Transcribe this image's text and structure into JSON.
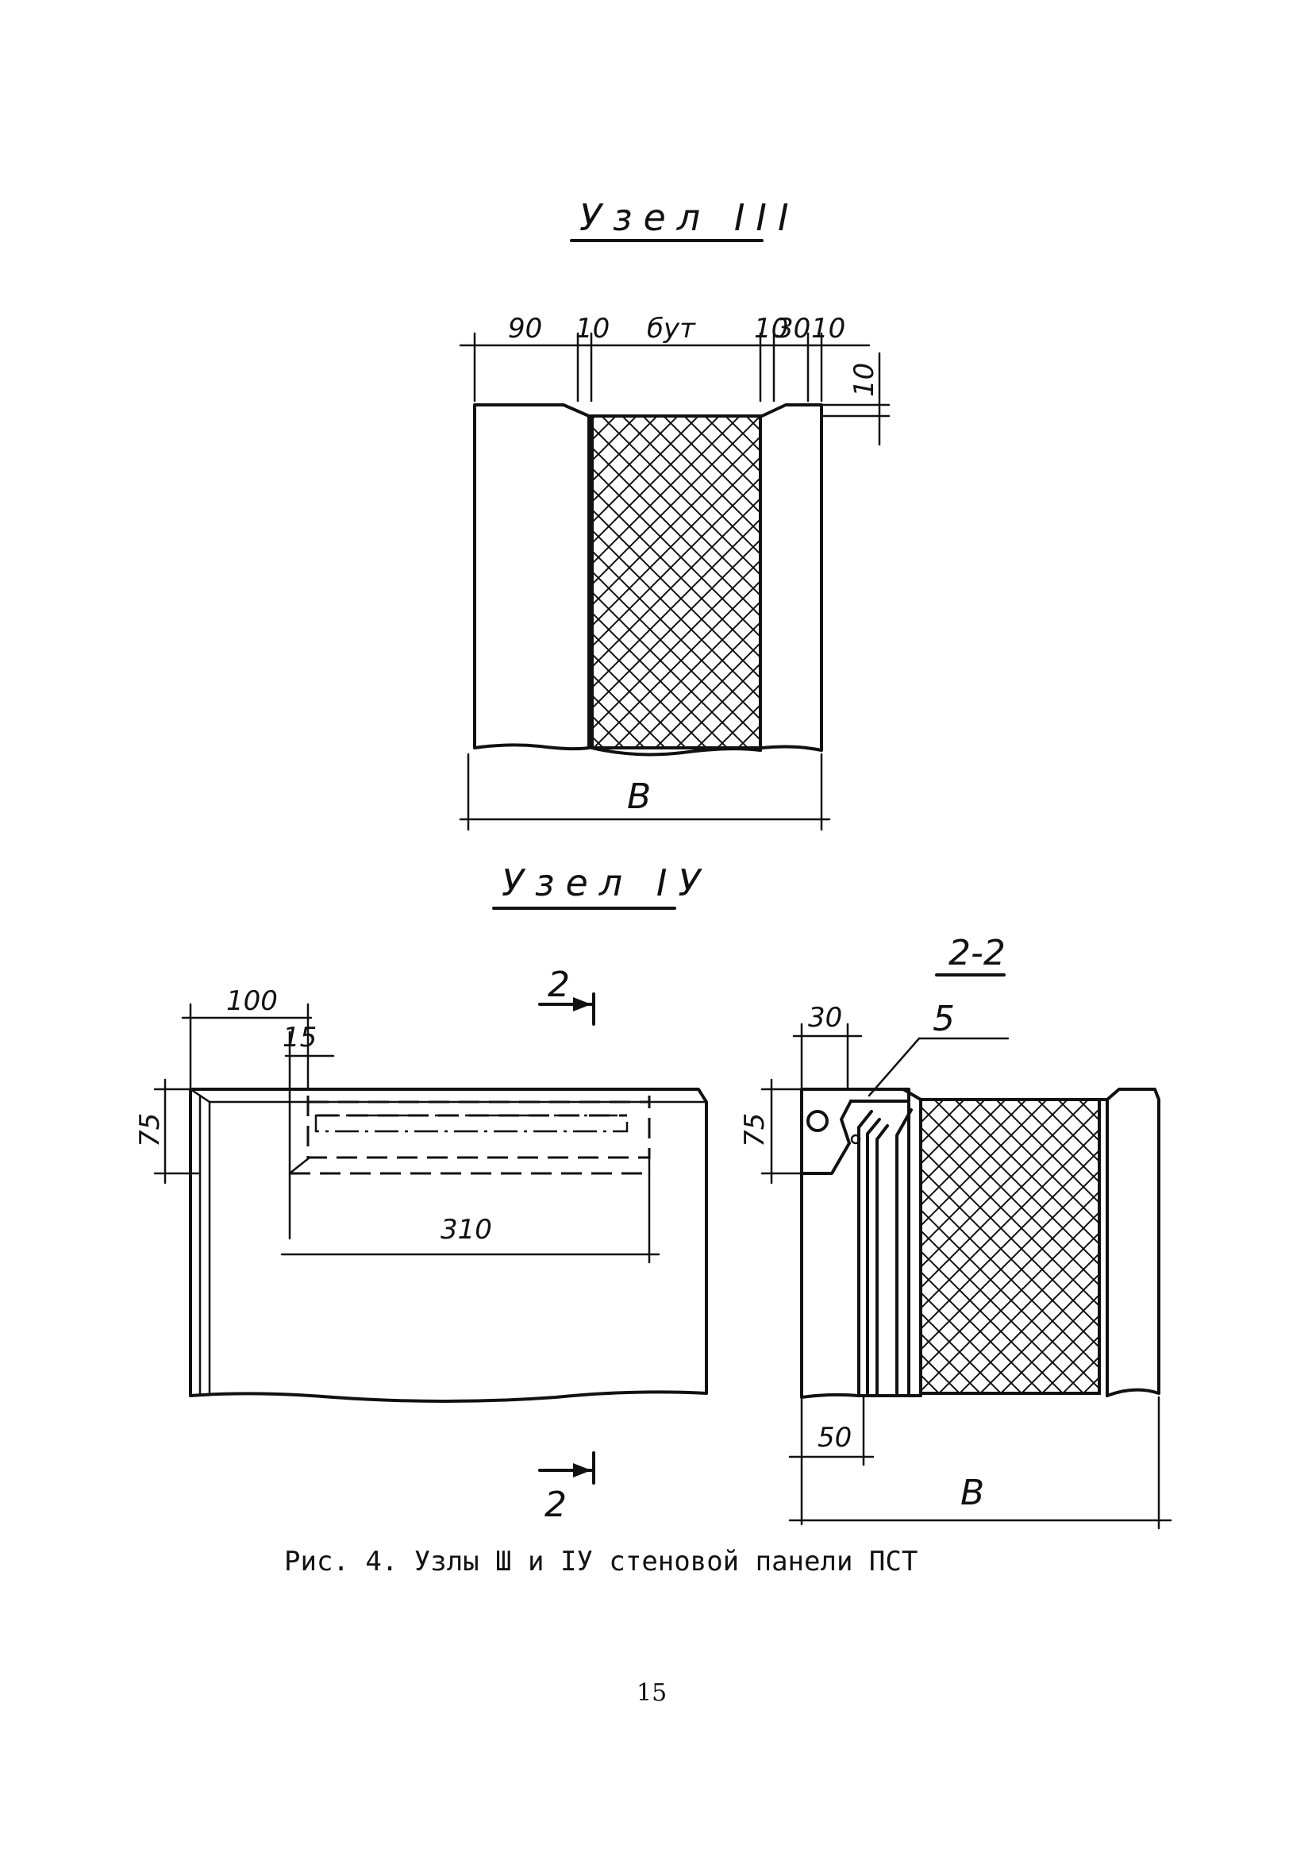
{
  "titles": {
    "node3": "Узел III",
    "node4": "Узел IУ",
    "section": "2-2"
  },
  "node3_dims": {
    "d90": "90",
    "d10a": "10",
    "but": "бут",
    "d10b": "10",
    "d30": "30",
    "d10c": "10",
    "d10v": "10",
    "width": "В"
  },
  "node4_dims": {
    "d100": "100",
    "d15": "15",
    "d75": "75",
    "d310": "310",
    "cut_top": "2",
    "cut_bottom": "2"
  },
  "section_dims": {
    "d30": "30",
    "leader": "5",
    "d75": "75",
    "d50": "50",
    "width": "В"
  },
  "caption": "Рис. 4. Узлы Ш и IУ стеновой панели ПСТ",
  "page_number": "15"
}
